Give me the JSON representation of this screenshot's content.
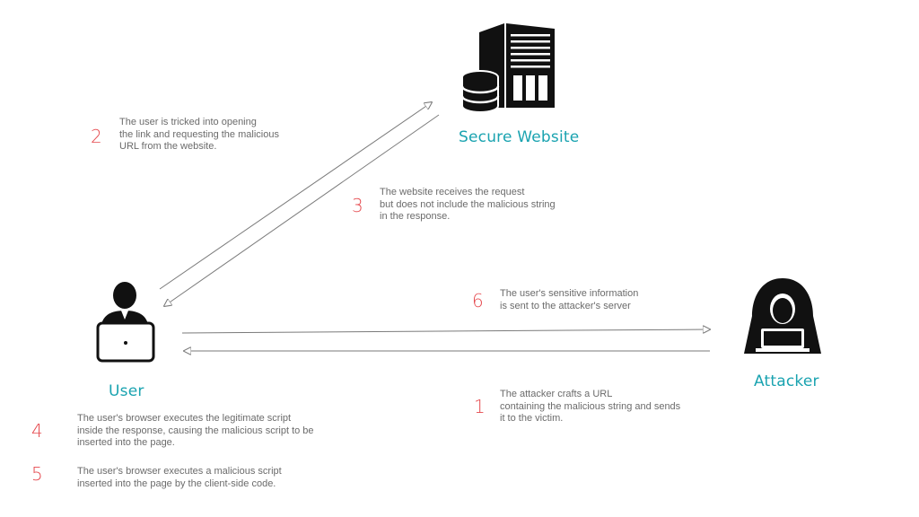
{
  "entities": {
    "server": {
      "label": "Secure Website",
      "icon": "server-database-icon"
    },
    "user": {
      "label": "User",
      "icon": "user-laptop-icon"
    },
    "attacker": {
      "label": "Attacker",
      "icon": "hooded-attacker-icon"
    }
  },
  "colors": {
    "accent": "#1aa3b0",
    "step_number": "#e5484d",
    "text": "#6b6b6b",
    "arrow": "#7a7a7a",
    "icon": "#111111"
  },
  "steps": [
    {
      "number": "1",
      "lines": [
        "The attacker crafts a URL",
        "containing the malicious string and sends",
        "it to the victim."
      ]
    },
    {
      "number": "2",
      "lines": [
        "The user is tricked into opening",
        "the link and requesting the malicious",
        "URL from the website."
      ]
    },
    {
      "number": "3",
      "lines": [
        "The website receives the request",
        "but does not include the malicious string",
        "in the response."
      ]
    },
    {
      "number": "4",
      "lines": [
        "The user's browser executes the legitimate script",
        "inside the response, causing the malicious script to be",
        "inserted into the page."
      ]
    },
    {
      "number": "5",
      "lines": [
        "The user's browser executes a malicious script",
        "inserted into the page by the client-side code."
      ]
    },
    {
      "number": "6",
      "lines": [
        "The user's sensitive information",
        "is sent to the attacker's server"
      ]
    }
  ]
}
